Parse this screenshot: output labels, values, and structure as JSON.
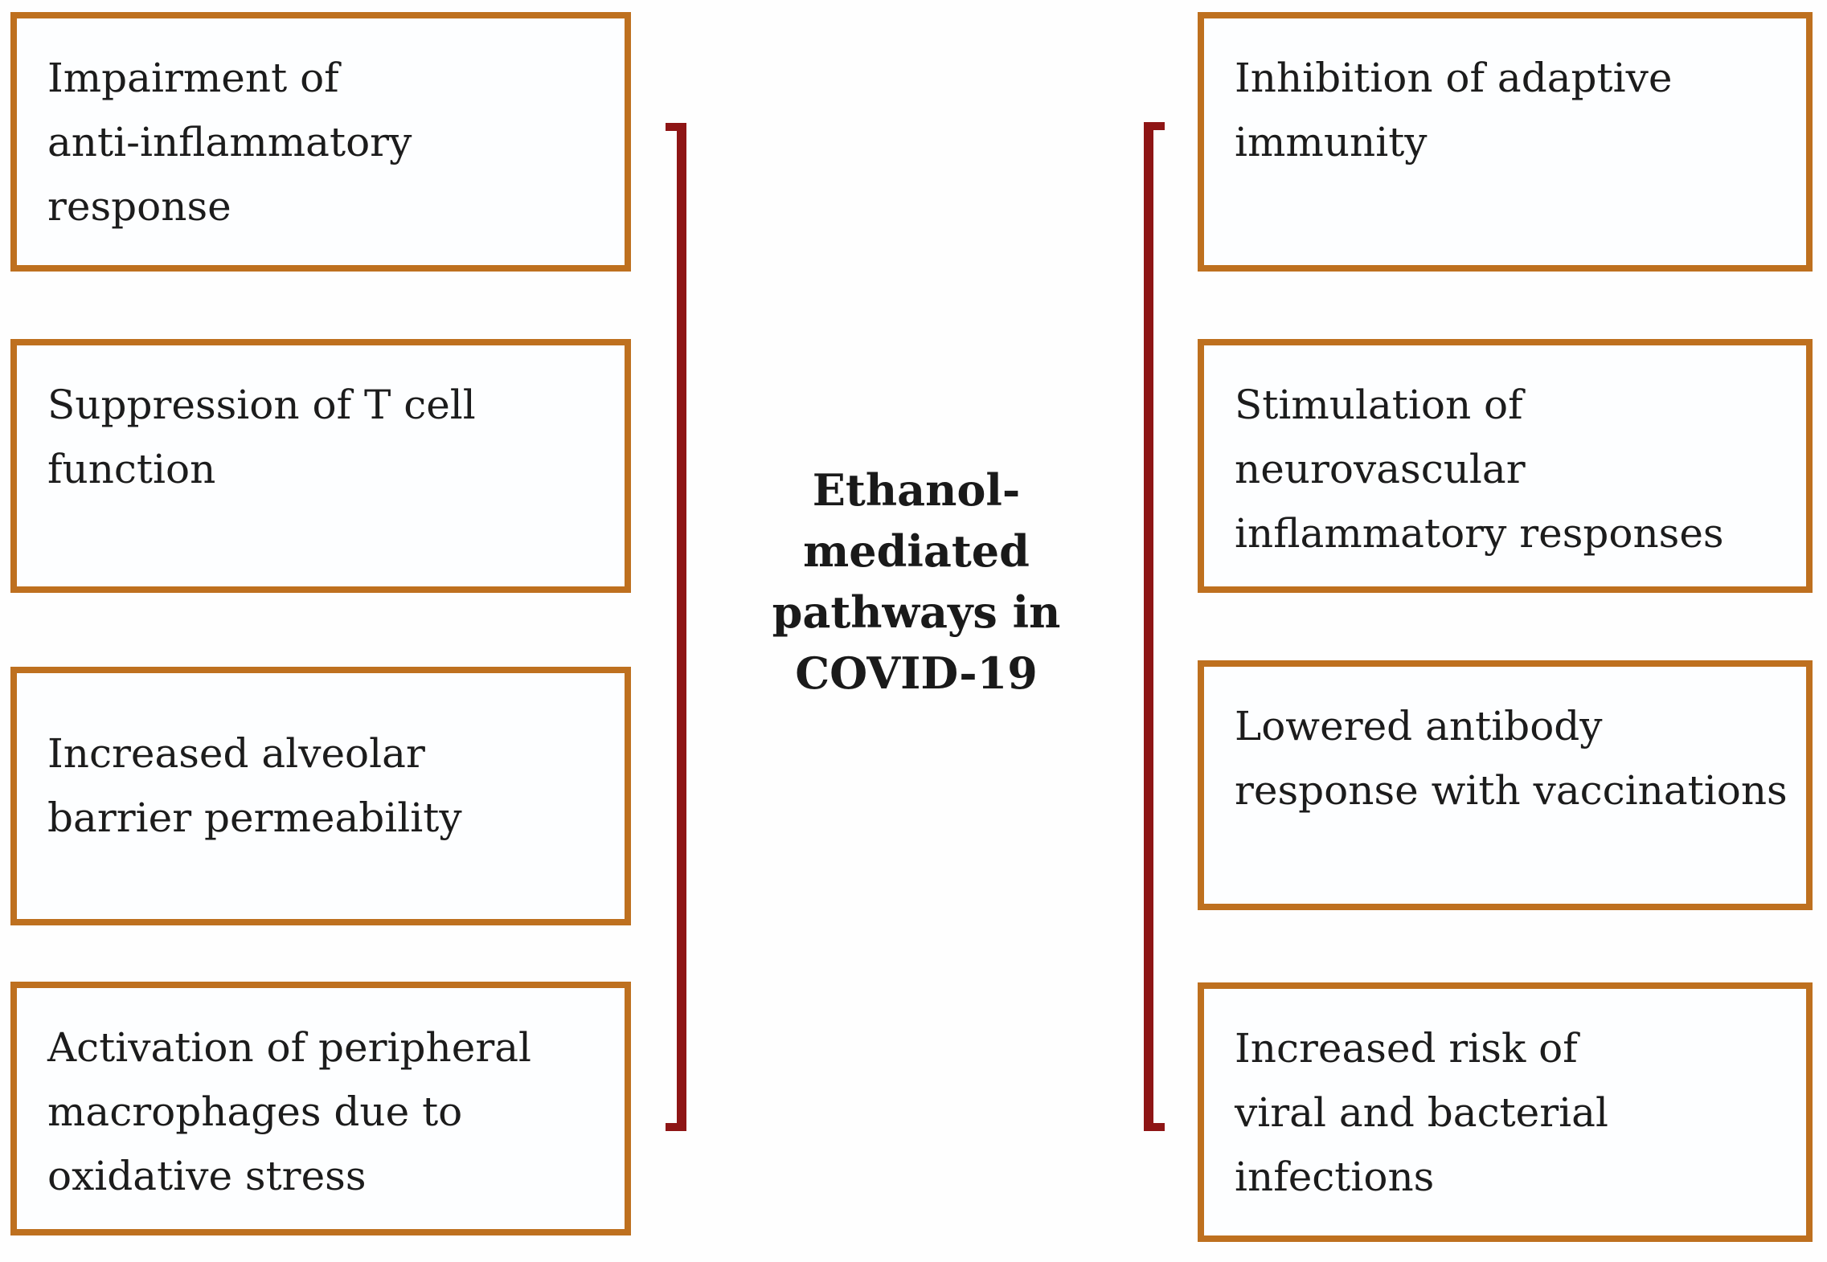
{
  "figure": {
    "center_title": "Ethanol-mediated\npathways in\nCOVID-19",
    "left_column": [
      {
        "text": "Impairment of\nanti-inflammatory\nresponse"
      },
      {
        "text": "Suppression of T cell\nfunction"
      },
      {
        "text": "Increased alveolar\nbarrier permeability"
      },
      {
        "text": "Activation of peripheral\nmacrophages due to\noxidative stress"
      }
    ],
    "right_column": [
      {
        "text": "Inhibition of adaptive\nimmunity"
      },
      {
        "text": "Stimulation of\nneurovascular\ninflammatory responses"
      },
      {
        "text": "Lowered antibody\nresponse with vaccinations"
      },
      {
        "text": "Increased risk of\nviral and bacterial\ninfections"
      }
    ],
    "colors": {
      "box_border": "#BE701F",
      "bracket": "#8E1515",
      "text": "#1C1C1C",
      "background": "#FFFFFF"
    }
  }
}
